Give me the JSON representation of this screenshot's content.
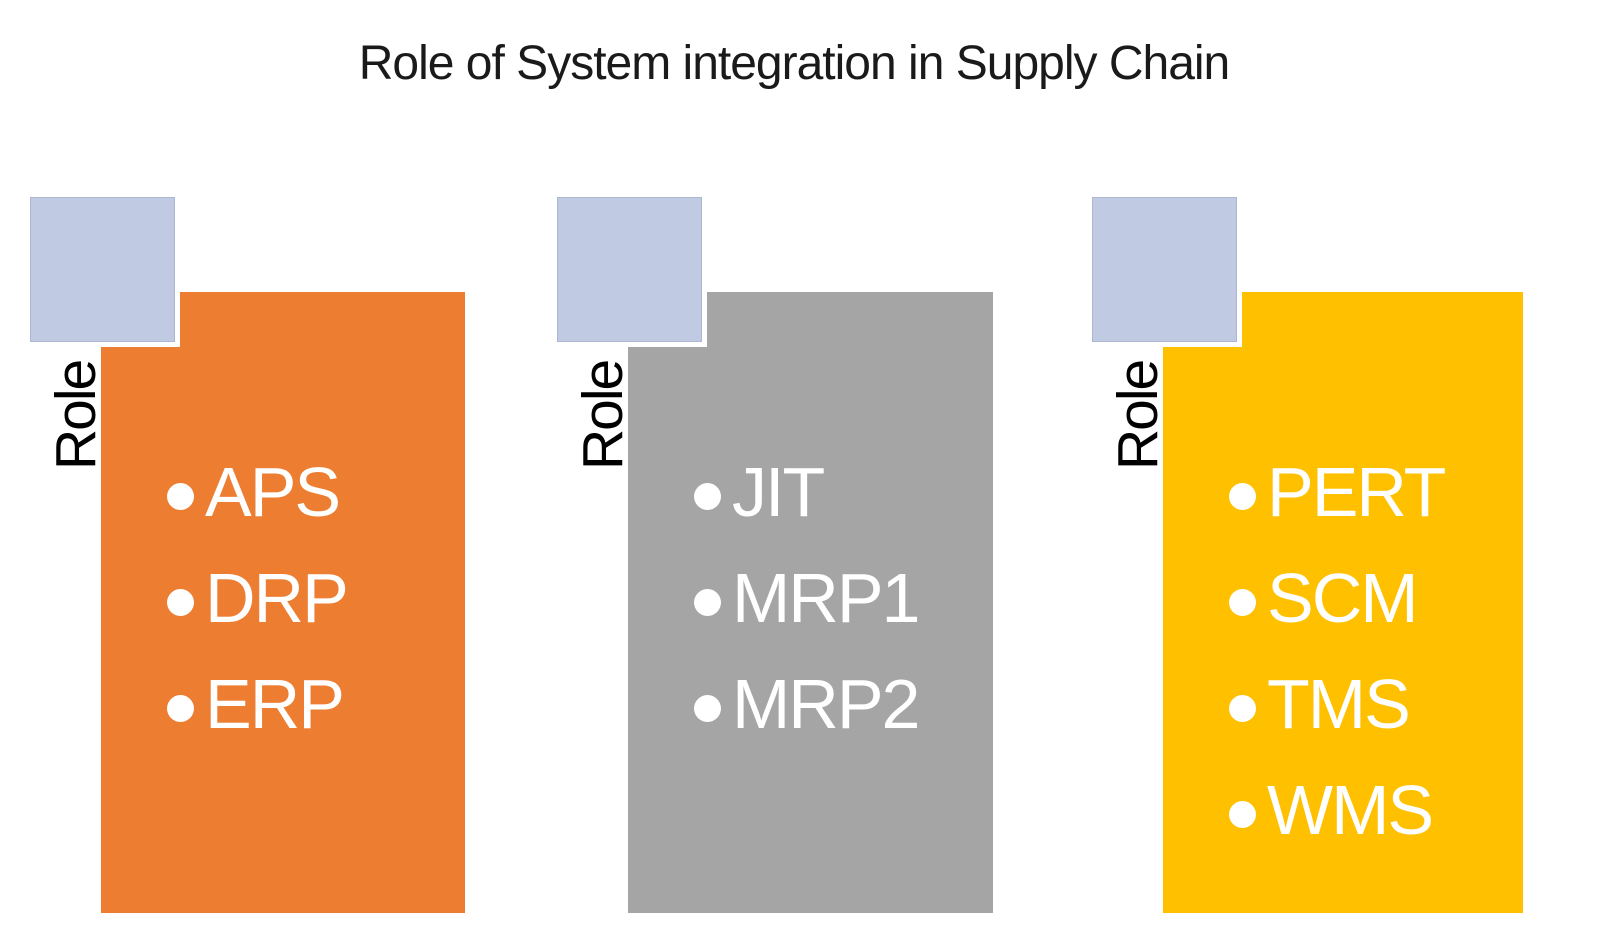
{
  "title": "Role of System integration in Supply Chain",
  "columns": [
    {
      "side_label": "Role",
      "fill": "#ED7D31",
      "items": [
        "APS",
        "DRP",
        "ERP"
      ]
    },
    {
      "side_label": "Role",
      "fill": "#A5A5A5",
      "items": [
        "JIT",
        "MRP1",
        "MRP2"
      ]
    },
    {
      "side_label": "Role",
      "fill": "#FFC000",
      "items": [
        "PERT",
        "SCM",
        "TMS",
        "WMS"
      ]
    }
  ],
  "colors": {
    "background": "#FFFFFF",
    "title_text": "#1A1A1A",
    "side_label_text": "#000000",
    "square": "#C0CAE3",
    "item_text": "#FFFFFF",
    "bullet": "#FFFFFF"
  }
}
